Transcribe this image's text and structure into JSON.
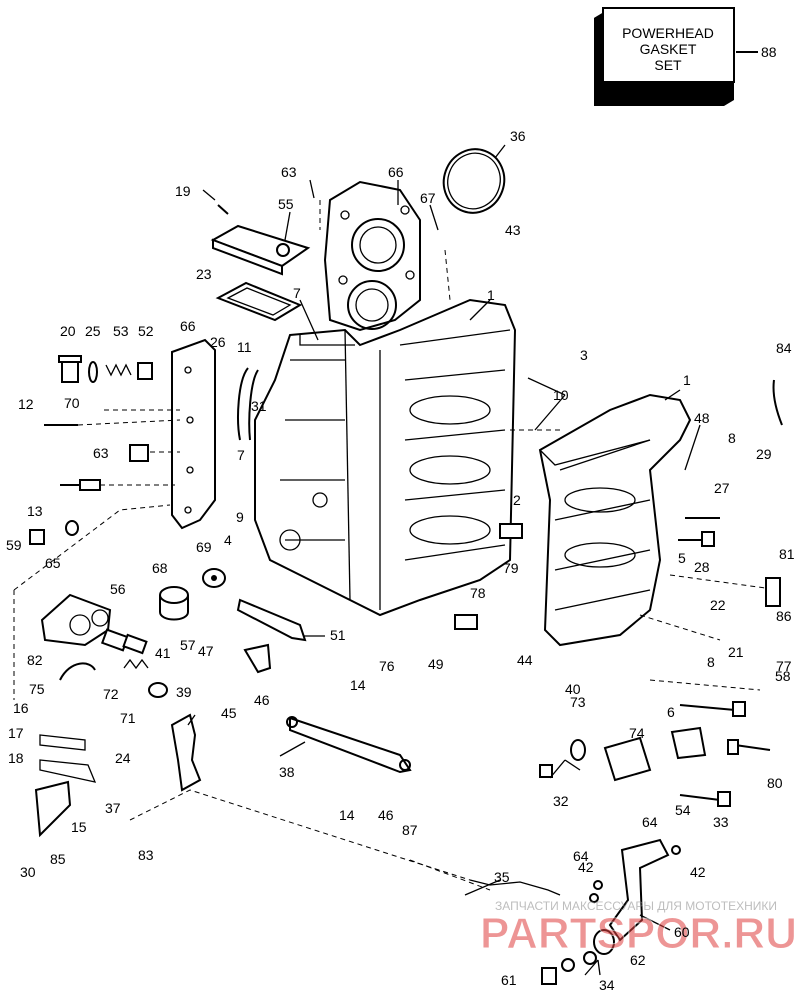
{
  "box": {
    "line1": "POWERHEAD",
    "line2": "GASKET",
    "line3": "SET",
    "callout": "88"
  },
  "labels": {
    "l1a": "1",
    "l1b": "1",
    "l2": "2",
    "l3": "3",
    "l4": "4",
    "l5": "5",
    "l6": "6",
    "l7a": "7",
    "l7b": "7",
    "l8a": "8",
    "l8b": "8",
    "l9": "9",
    "l10": "10",
    "l11": "11",
    "l12": "12",
    "l13": "13",
    "l14a": "14",
    "l14b": "14",
    "l15": "15",
    "l16": "16",
    "l17": "17",
    "l18": "18",
    "l19": "19",
    "l20": "20",
    "l21": "21",
    "l22": "22",
    "l23": "23",
    "l24": "24",
    "l25": "25",
    "l26": "26",
    "l27": "27",
    "l28": "28",
    "l29": "29",
    "l30": "30",
    "l31": "31",
    "l32": "32",
    "l33": "33",
    "l34": "34",
    "l35": "35",
    "l36": "36",
    "l37": "37",
    "l38": "38",
    "l39": "39",
    "l40": "40",
    "l41": "41",
    "l42a": "42",
    "l42b": "42",
    "l43": "43",
    "l44": "44",
    "l45": "45",
    "l46a": "46",
    "l46b": "46",
    "l47": "47",
    "l48": "48",
    "l49": "49",
    "l51": "51",
    "l52": "52",
    "l53": "53",
    "l54": "54",
    "l55": "55",
    "l56": "56",
    "l57": "57",
    "l58": "58",
    "l59": "59",
    "l60": "60",
    "l61": "61",
    "l62": "62",
    "l63a": "63",
    "l63b": "63",
    "l64a": "64",
    "l64b": "64",
    "l65": "65",
    "l66a": "66",
    "l66b": "66",
    "l67": "67",
    "l68": "68",
    "l69": "69",
    "l70": "70",
    "l71": "71",
    "l72": "72",
    "l73": "73",
    "l74": "74",
    "l75": "75",
    "l76": "76",
    "l77": "77",
    "l78": "78",
    "l79": "79",
    "l80": "80",
    "l81": "81",
    "l82": "82",
    "l83": "83",
    "l84": "84",
    "l85": "85",
    "l86": "86",
    "l87": "87"
  },
  "watermark": {
    "small": "ЗАПЧАСТИ МАКСЕССУАРЫ ДЛЯ МОТОТЕХНИКИ",
    "big": "PARTSPOR.RU"
  }
}
